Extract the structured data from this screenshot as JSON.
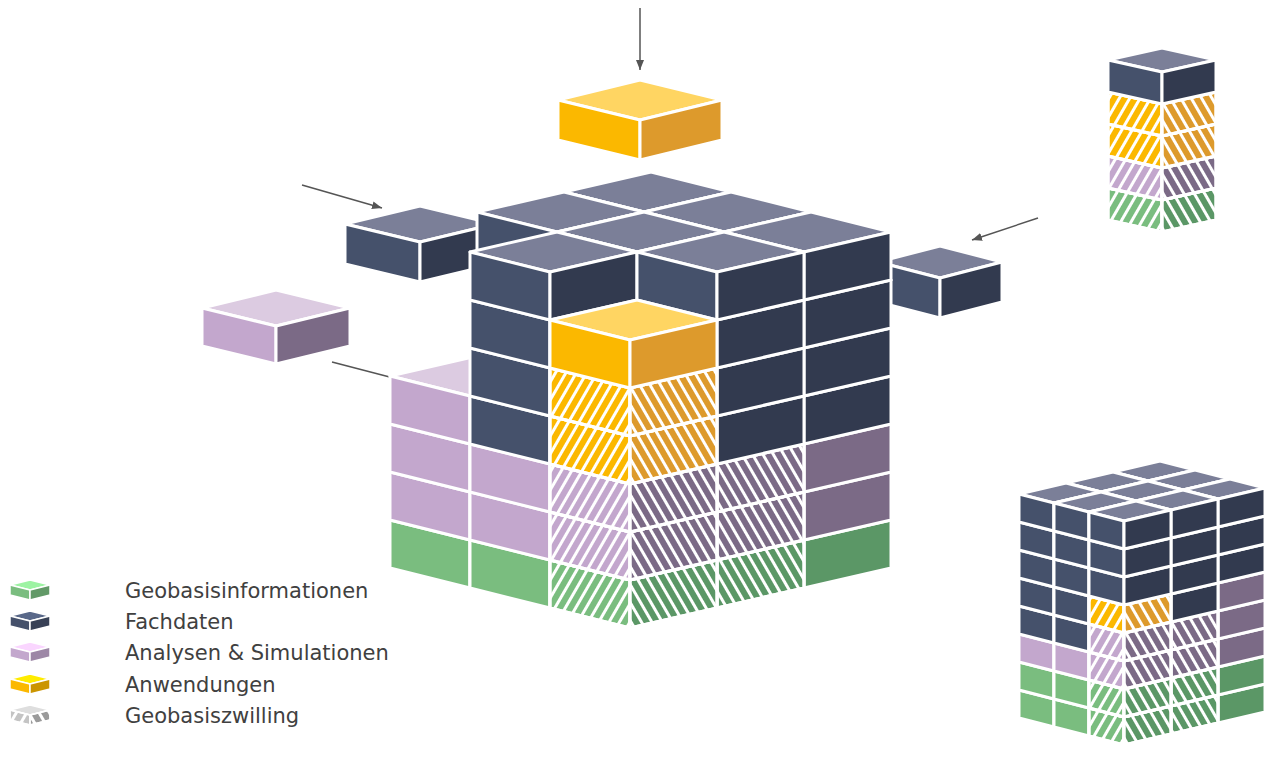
{
  "diagram": {
    "legend": [
      {
        "text": "Geobasisinformationen",
        "color": "#7abd7f"
      },
      {
        "text": "Fachdaten",
        "color": "#45516b"
      },
      {
        "text": "Analysen & Simulationen",
        "color": "#c3a7cd"
      },
      {
        "text": "Anwendungen",
        "color": "#fbb800"
      },
      {
        "text": "Geobasiszwilling"
      }
    ]
  }
}
